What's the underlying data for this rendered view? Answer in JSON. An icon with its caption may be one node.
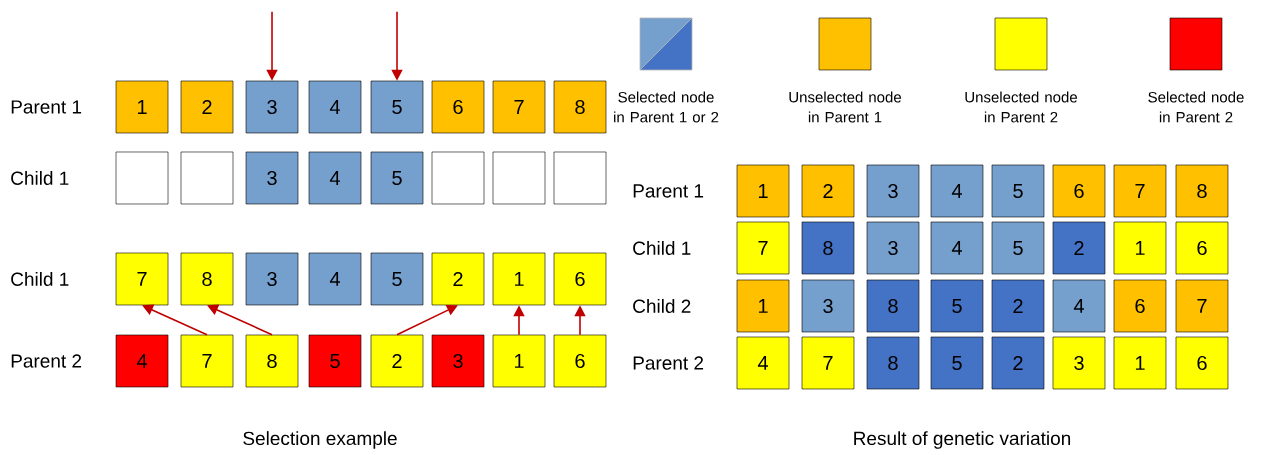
{
  "diagram": {
    "nodes": [
      {
        "text": [
          "1"
        ]
      },
      {
        "text": [
          "2"
        ]
      },
      {
        "text": [
          "3"
        ]
      },
      {
        "text": [
          "4"
        ]
      },
      {
        "text": [
          "5"
        ]
      },
      {
        "text": [
          "6"
        ]
      },
      {
        "text": [
          "7"
        ]
      },
      {
        "text": [
          "8"
        ]
      },
      {
        "text": [],
        "shape": "box"
      },
      {
        "text": [],
        "shape": "box"
      },
      {
        "text": [
          "3"
        ]
      },
      {
        "text": [
          "4"
        ]
      },
      {
        "text": [
          "5"
        ]
      },
      {
        "text": [],
        "shape": "box"
      },
      {
        "text": [],
        "shape": "box"
      },
      {
        "text": [],
        "shape": "box"
      },
      {
        "text": [
          "7"
        ]
      },
      {
        "text": [
          "8"
        ]
      },
      {
        "text": [
          "3"
        ]
      },
      {
        "text": [
          "4"
        ]
      },
      {
        "text": [
          "5"
        ]
      },
      {
        "text": [
          "2"
        ]
      },
      {
        "text": [
          "1"
        ]
      },
      {
        "text": [
          "6"
        ]
      },
      {
        "text": [
          "4"
        ]
      },
      {
        "text": [
          "7"
        ]
      },
      {
        "text": [
          "8"
        ]
      },
      {
        "text": [
          "5"
        ]
      },
      {
        "text": [
          "2"
        ]
      },
      {
        "text": [
          "3"
        ]
      },
      {
        "text": [
          "1"
        ]
      },
      {
        "text": [
          "6"
        ]
      },
      {
        "text": [
          "1"
        ]
      },
      {
        "text": [
          "2"
        ]
      },
      {
        "text": [
          "3"
        ]
      },
      {
        "text": [
          "4"
        ]
      },
      {
        "text": [
          "5"
        ]
      },
      {
        "text": [
          "6"
        ]
      },
      {
        "text": [
          "7"
        ]
      },
      {
        "text": [
          "8"
        ]
      },
      {
        "text": [
          "7"
        ]
      },
      {
        "text": [
          "8"
        ]
      },
      {
        "text": [
          "3"
        ]
      },
      {
        "text": [
          "4"
        ]
      },
      {
        "text": [
          "5"
        ]
      },
      {
        "text": [
          "2"
        ]
      },
      {
        "text": [
          "1"
        ]
      },
      {
        "text": [
          "6"
        ]
      },
      {
        "text": [
          "1"
        ]
      },
      {
        "text": [
          "3"
        ]
      },
      {
        "text": [
          "8"
        ]
      },
      {
        "text": [
          "5"
        ]
      },
      {
        "text": [
          "2"
        ]
      },
      {
        "text": [
          "4"
        ]
      },
      {
        "text": [
          "6"
        ]
      },
      {
        "text": [
          "7"
        ]
      },
      {
        "text": [
          "4"
        ]
      },
      {
        "text": [
          "7"
        ]
      },
      {
        "text": [
          "8"
        ]
      },
      {
        "text": [
          "5"
        ]
      },
      {
        "text": [
          "2"
        ]
      },
      {
        "text": [
          "3"
        ]
      },
      {
        "text": [
          "1"
        ]
      },
      {
        "text": [
          "6"
        ]
      }
    ],
    "edges": [
      {
        "from": null,
        "to": 2,
        "arrow": "to"
      },
      {
        "from": null,
        "to": 4,
        "arrow": "to"
      },
      {
        "from": 25,
        "to": 16,
        "arrow": "to"
      },
      {
        "from": 26,
        "to": 17,
        "arrow": "to"
      },
      {
        "from": 28,
        "to": 21,
        "arrow": "to"
      },
      {
        "from": 30,
        "to": 22,
        "arrow": "to"
      },
      {
        "from": 31,
        "to": 23,
        "arrow": "to"
      }
    ],
    "labels": [
      "Parent 1",
      "Child 1",
      "Child 1",
      "Parent 2",
      "Parent 1",
      "Child 1",
      "Child 2",
      "Parent 2",
      "Selection example",
      "Result of genetic variation"
    ],
    "legend": [
      {
        "text": "Selected node in Parent 1 or 2"
      },
      {
        "text": "Unselected node in Parent 1",
        "color": "#ffc000"
      },
      {
        "text": "Unselected node in Parent 2",
        "color": "#ffff00"
      },
      {
        "text": "Selected node in Parent 2",
        "color": "#ff0000"
      }
    ]
  }
}
